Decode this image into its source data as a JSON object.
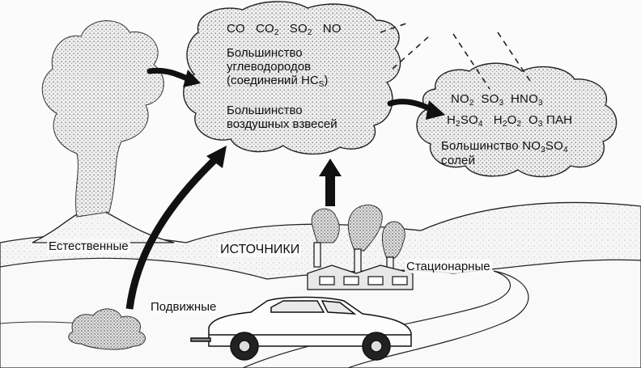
{
  "primary_cloud": {
    "formula_row": [
      {
        "base": "CO",
        "sub": ""
      },
      {
        "base": "CO",
        "sub": "2"
      },
      {
        "base": "SO",
        "sub": "2"
      },
      {
        "base": "NO",
        "sub": ""
      }
    ],
    "hydrocarbons_line1": "Большинство",
    "hydrocarbons_line2": "углеводородов",
    "hydrocarbons_line3_prefix": "(соединений HC",
    "hydrocarbons_line3_sub": "S",
    "hydrocarbons_line3_suffix": ")",
    "aerosols_line1": "Большинство",
    "aerosols_line2": "воздушных взвесей"
  },
  "secondary_cloud": {
    "row1": [
      {
        "base": "NO",
        "sub": "2"
      },
      {
        "base": "SO",
        "sub": "3"
      },
      {
        "base": "HNO",
        "sub": "3"
      }
    ],
    "row2": [
      {
        "base": "H",
        "sub": "2",
        "base2": "SO",
        "sub2": "4"
      },
      {
        "base": "H",
        "sub": "2",
        "base2": "O",
        "sub2": "2"
      },
      {
        "base": "O",
        "sub": "3"
      },
      {
        "base": "ПАН",
        "sub": ""
      }
    ],
    "salts_word": "Большинство",
    "salts_formulas": [
      {
        "base": "NO",
        "sub": "3"
      },
      {
        "base": "SO",
        "sub": "4"
      }
    ],
    "salts_line2": "солей"
  },
  "labels": {
    "natural": "Естественные",
    "sources": "ИСТОЧНИКИ",
    "stationary": "Стационарные",
    "mobile": "Подвижные"
  },
  "colors": {
    "ink": "#111111",
    "stipple": "#8a8a8a",
    "cloud_fill": "#ececec"
  }
}
